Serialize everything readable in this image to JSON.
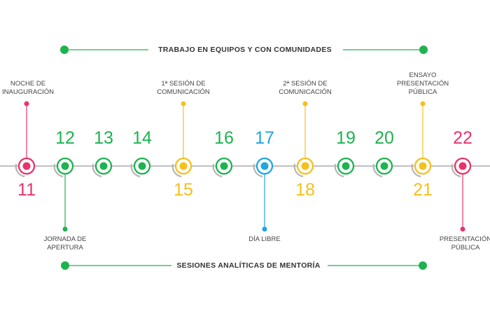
{
  "colors": {
    "green": "#1db34f",
    "pink": "#e8336d",
    "yellow": "#f5c01a",
    "blue": "#1ea7e1",
    "axis": "#9a9a9a"
  },
  "top_band": {
    "title": "TRABAJO EN EQUIPOS Y CON COMUNIDADES",
    "color": "green"
  },
  "bottom_band": {
    "title": "SESIONES ANALÍTICAS DE MENTORÍA",
    "color": "green"
  },
  "days": [
    {
      "num": "11",
      "color": "pink",
      "num_pos": "below",
      "label": [
        "NOCHE DE",
        "INAUGURACIÓN"
      ],
      "label_pos": "above"
    },
    {
      "num": "12",
      "color": "green",
      "num_pos": "above",
      "label": [
        "JORNADA DE",
        "APERTURA"
      ],
      "label_pos": "below"
    },
    {
      "num": "13",
      "color": "green",
      "num_pos": "above"
    },
    {
      "num": "14",
      "color": "green",
      "num_pos": "above"
    },
    {
      "num": "15",
      "color": "yellow",
      "num_pos": "below",
      "label": [
        "1ª SESIÓN DE",
        "COMUNICACIÓN"
      ],
      "label_pos": "above"
    },
    {
      "num": "16",
      "color": "green",
      "num_pos": "above"
    },
    {
      "num": "17",
      "color": "blue",
      "num_pos": "above",
      "label": [
        "DÍA LIBRE"
      ],
      "label_pos": "below"
    },
    {
      "num": "18",
      "color": "yellow",
      "num_pos": "below",
      "label": [
        "2ª SESIÓN DE",
        "COMUNICACIÓN"
      ],
      "label_pos": "above"
    },
    {
      "num": "19",
      "color": "green",
      "num_pos": "above"
    },
    {
      "num": "20",
      "color": "green",
      "num_pos": "above"
    },
    {
      "num": "21",
      "color": "yellow",
      "num_pos": "below",
      "label": [
        "ENSAYO",
        "PRESENTACIÓN",
        "PÚBLICA"
      ],
      "label_pos": "above"
    },
    {
      "num": "22",
      "color": "pink",
      "num_pos": "above",
      "label": [
        "PRESENTACIÓN",
        "PÚBLICA"
      ],
      "label_pos": "below"
    }
  ]
}
